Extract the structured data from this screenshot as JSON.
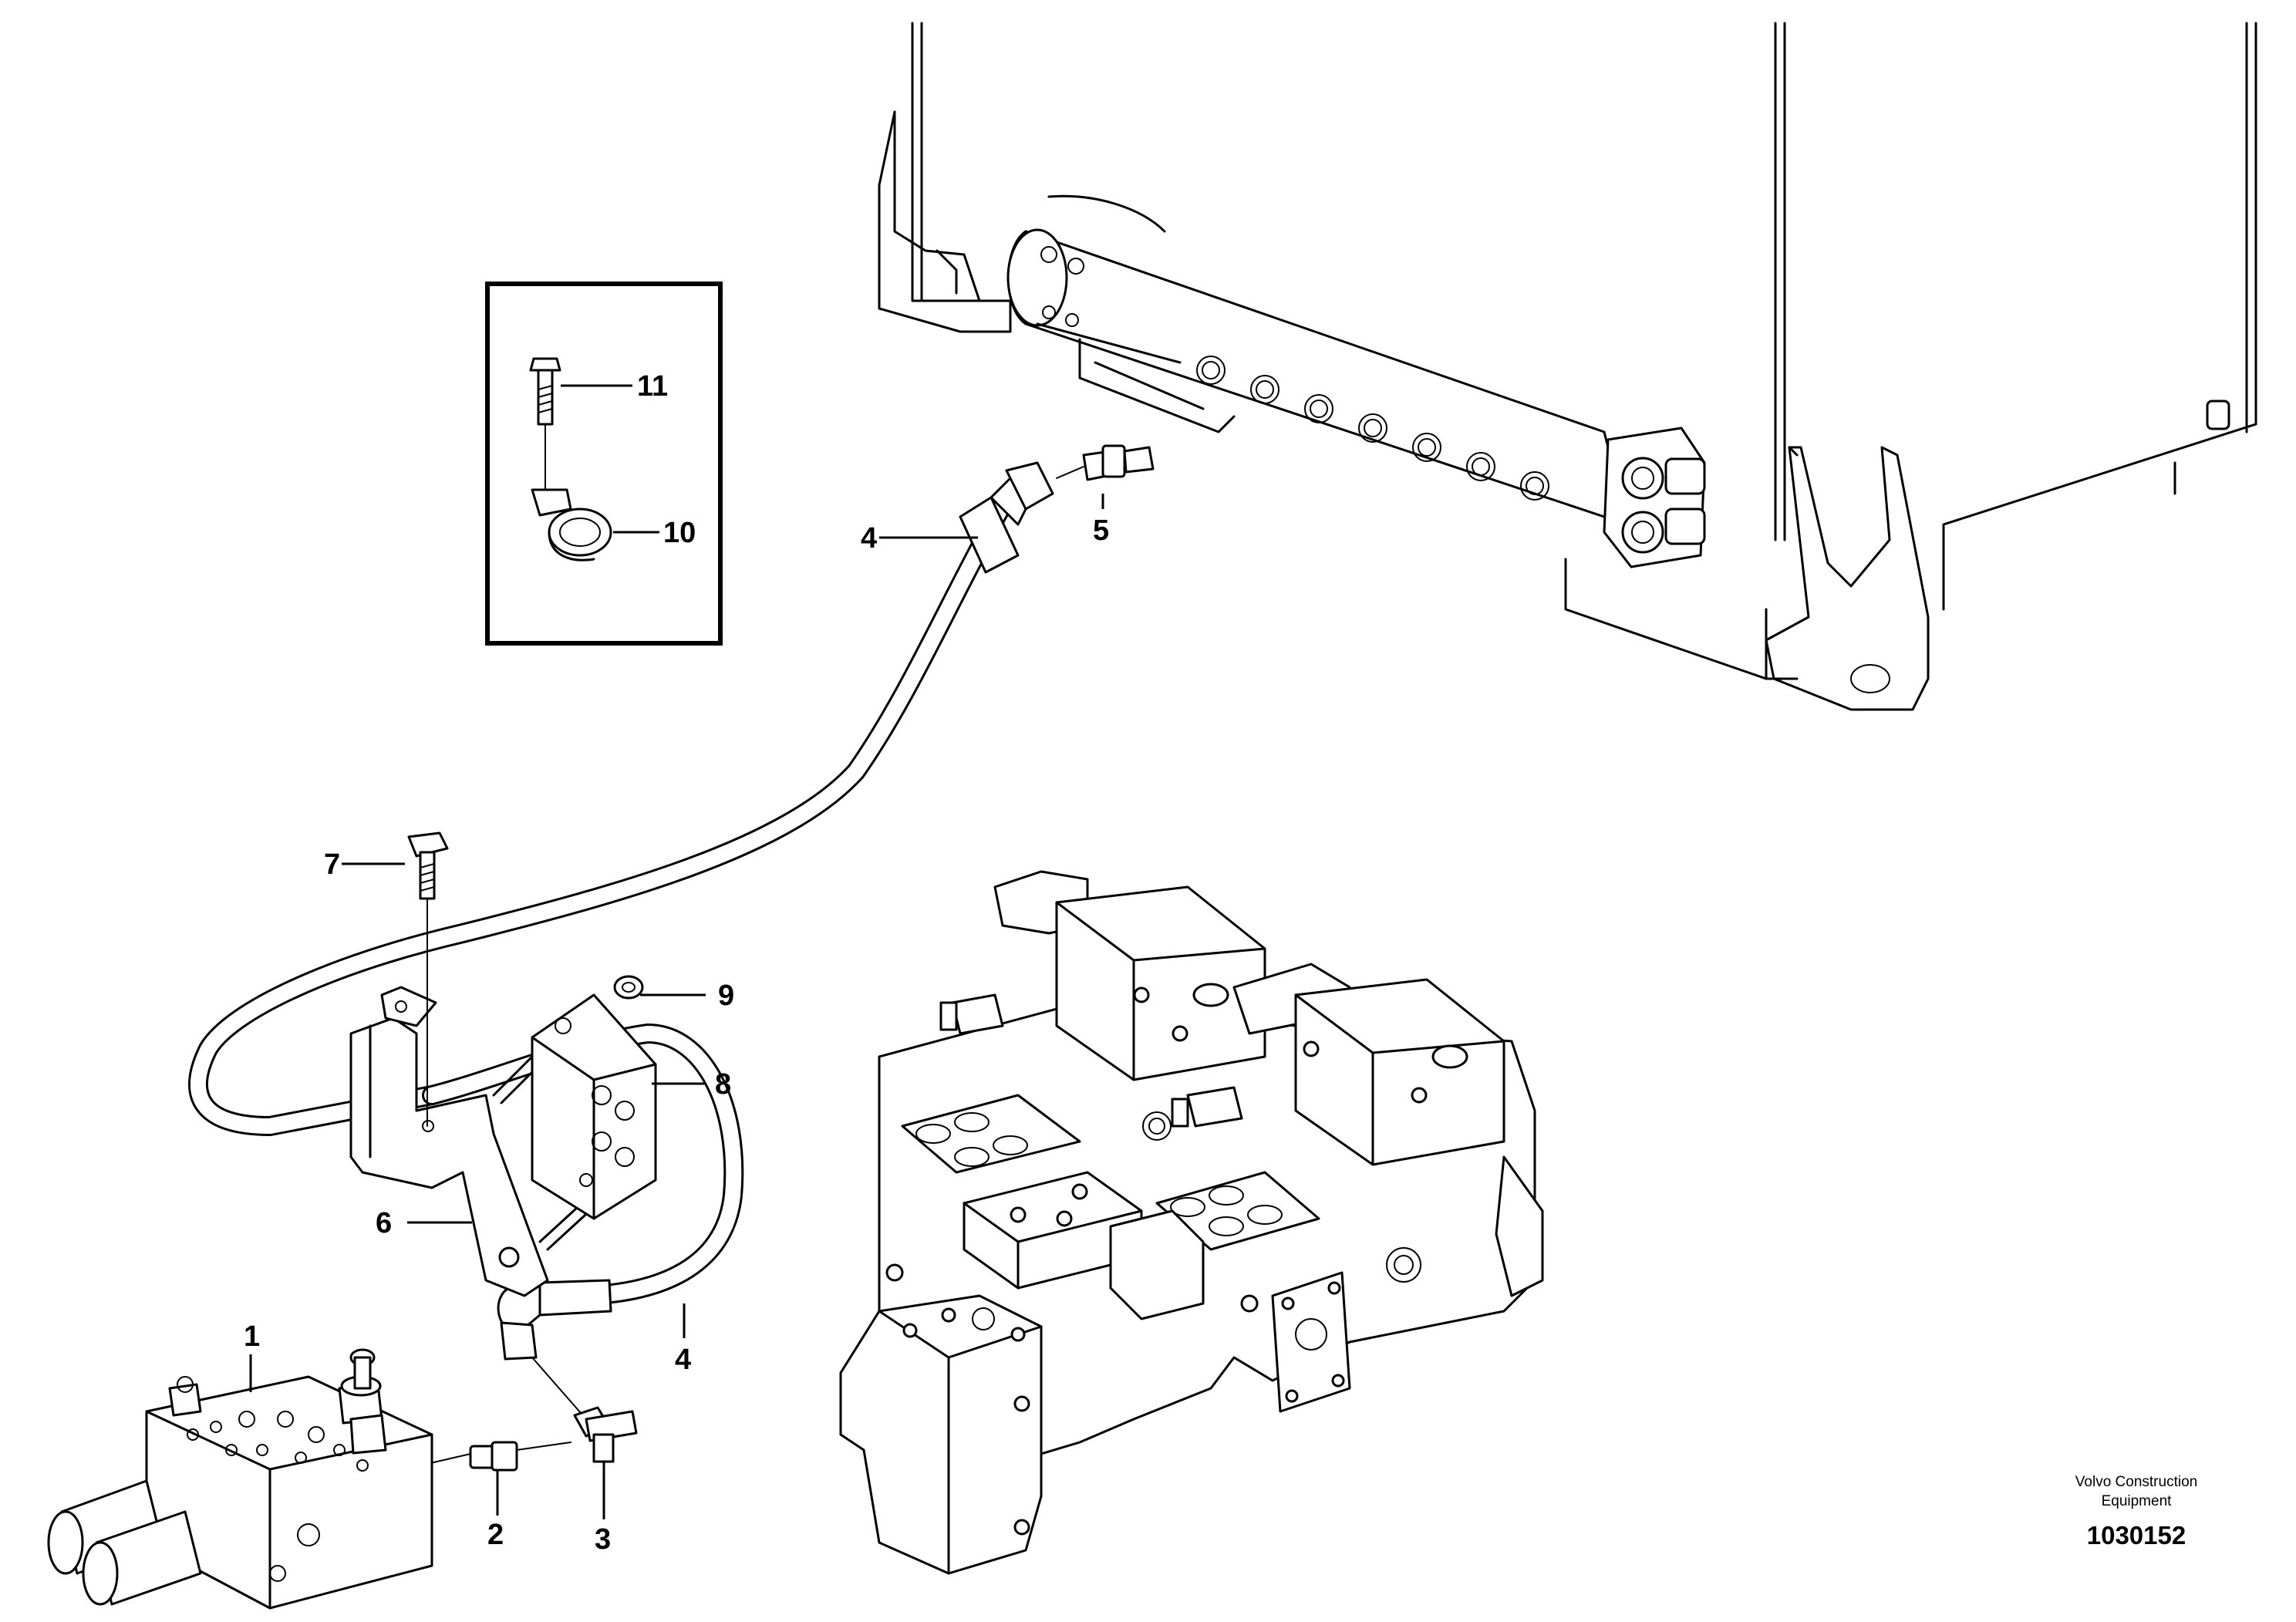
{
  "diagram": {
    "callouts": [
      {
        "id": "callout-1",
        "text": "1"
      },
      {
        "id": "callout-2",
        "text": "2"
      },
      {
        "id": "callout-3",
        "text": "3"
      },
      {
        "id": "callout-4-upper",
        "text": "4"
      },
      {
        "id": "callout-4-lower",
        "text": "4"
      },
      {
        "id": "callout-5",
        "text": "5"
      },
      {
        "id": "callout-6",
        "text": "6"
      },
      {
        "id": "callout-7",
        "text": "7"
      },
      {
        "id": "callout-8",
        "text": "8"
      },
      {
        "id": "callout-9",
        "text": "9"
      },
      {
        "id": "callout-10",
        "text": "10"
      },
      {
        "id": "callout-11",
        "text": "11"
      }
    ],
    "maker_line1": "Volvo Construction",
    "maker_line2": "Equipment",
    "document_number": "1030152"
  }
}
